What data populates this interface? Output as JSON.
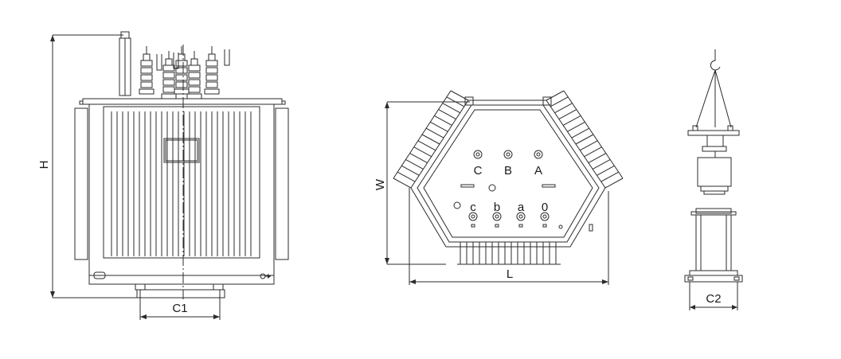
{
  "figure": {
    "front_view": {
      "height_label": "H",
      "centre_label": "C1"
    },
    "top_view": {
      "width_label": "W",
      "length_label": "L",
      "hv_terminals": [
        "C",
        "B",
        "A"
      ],
      "lv_terminals": [
        "c",
        "b",
        "a",
        "0"
      ]
    },
    "side_view": {
      "gauge_label": "C2"
    }
  },
  "colors": {
    "line": "#2b2b2b",
    "fill": "#ffffff"
  }
}
